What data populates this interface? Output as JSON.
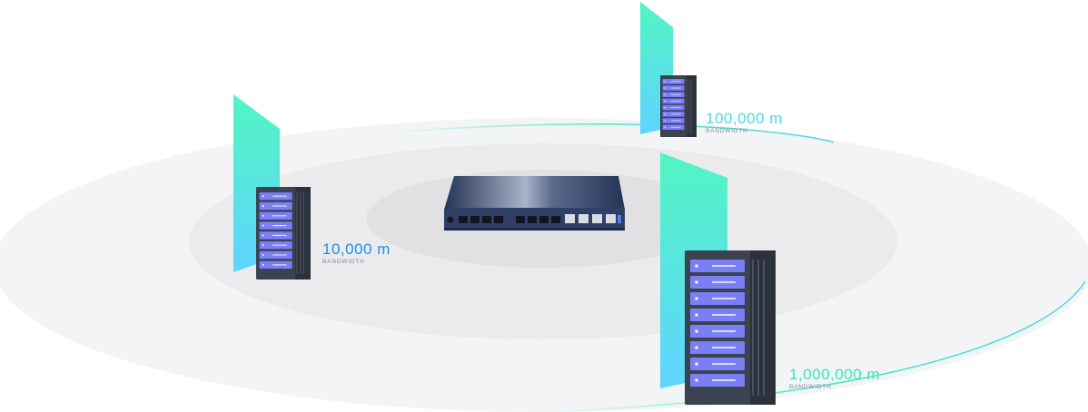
{
  "colors": {
    "accent_green": "#37e8b6",
    "accent_cyan": "#4fd6f0",
    "accent_blue": "#1d8fe3",
    "panel_top": "#52f5c2",
    "panel_bottom": "#5fd4ff",
    "server_body": "#3b4250",
    "server_bay": "#7a7ff5",
    "switch_body": "#2f3f66",
    "ring_outer": "#f3f4f6",
    "ring_middle": "#ebebee",
    "ring_inner": "#e1e1e4"
  },
  "device": {
    "icon": "network-switch"
  },
  "servers": [
    {
      "icon": "server-rack",
      "distance": "10,000 m",
      "caption": "BANDWIDTH",
      "value_color": "#1d8fe3"
    },
    {
      "icon": "server-rack",
      "distance": "100,000 m",
      "caption": "BANDWIDTH",
      "value_color": "#4fd6f0"
    },
    {
      "icon": "server-rack",
      "distance": "1,000,000 m",
      "caption": "BANDWIDTH",
      "value_color": "#37e8b6"
    }
  ]
}
